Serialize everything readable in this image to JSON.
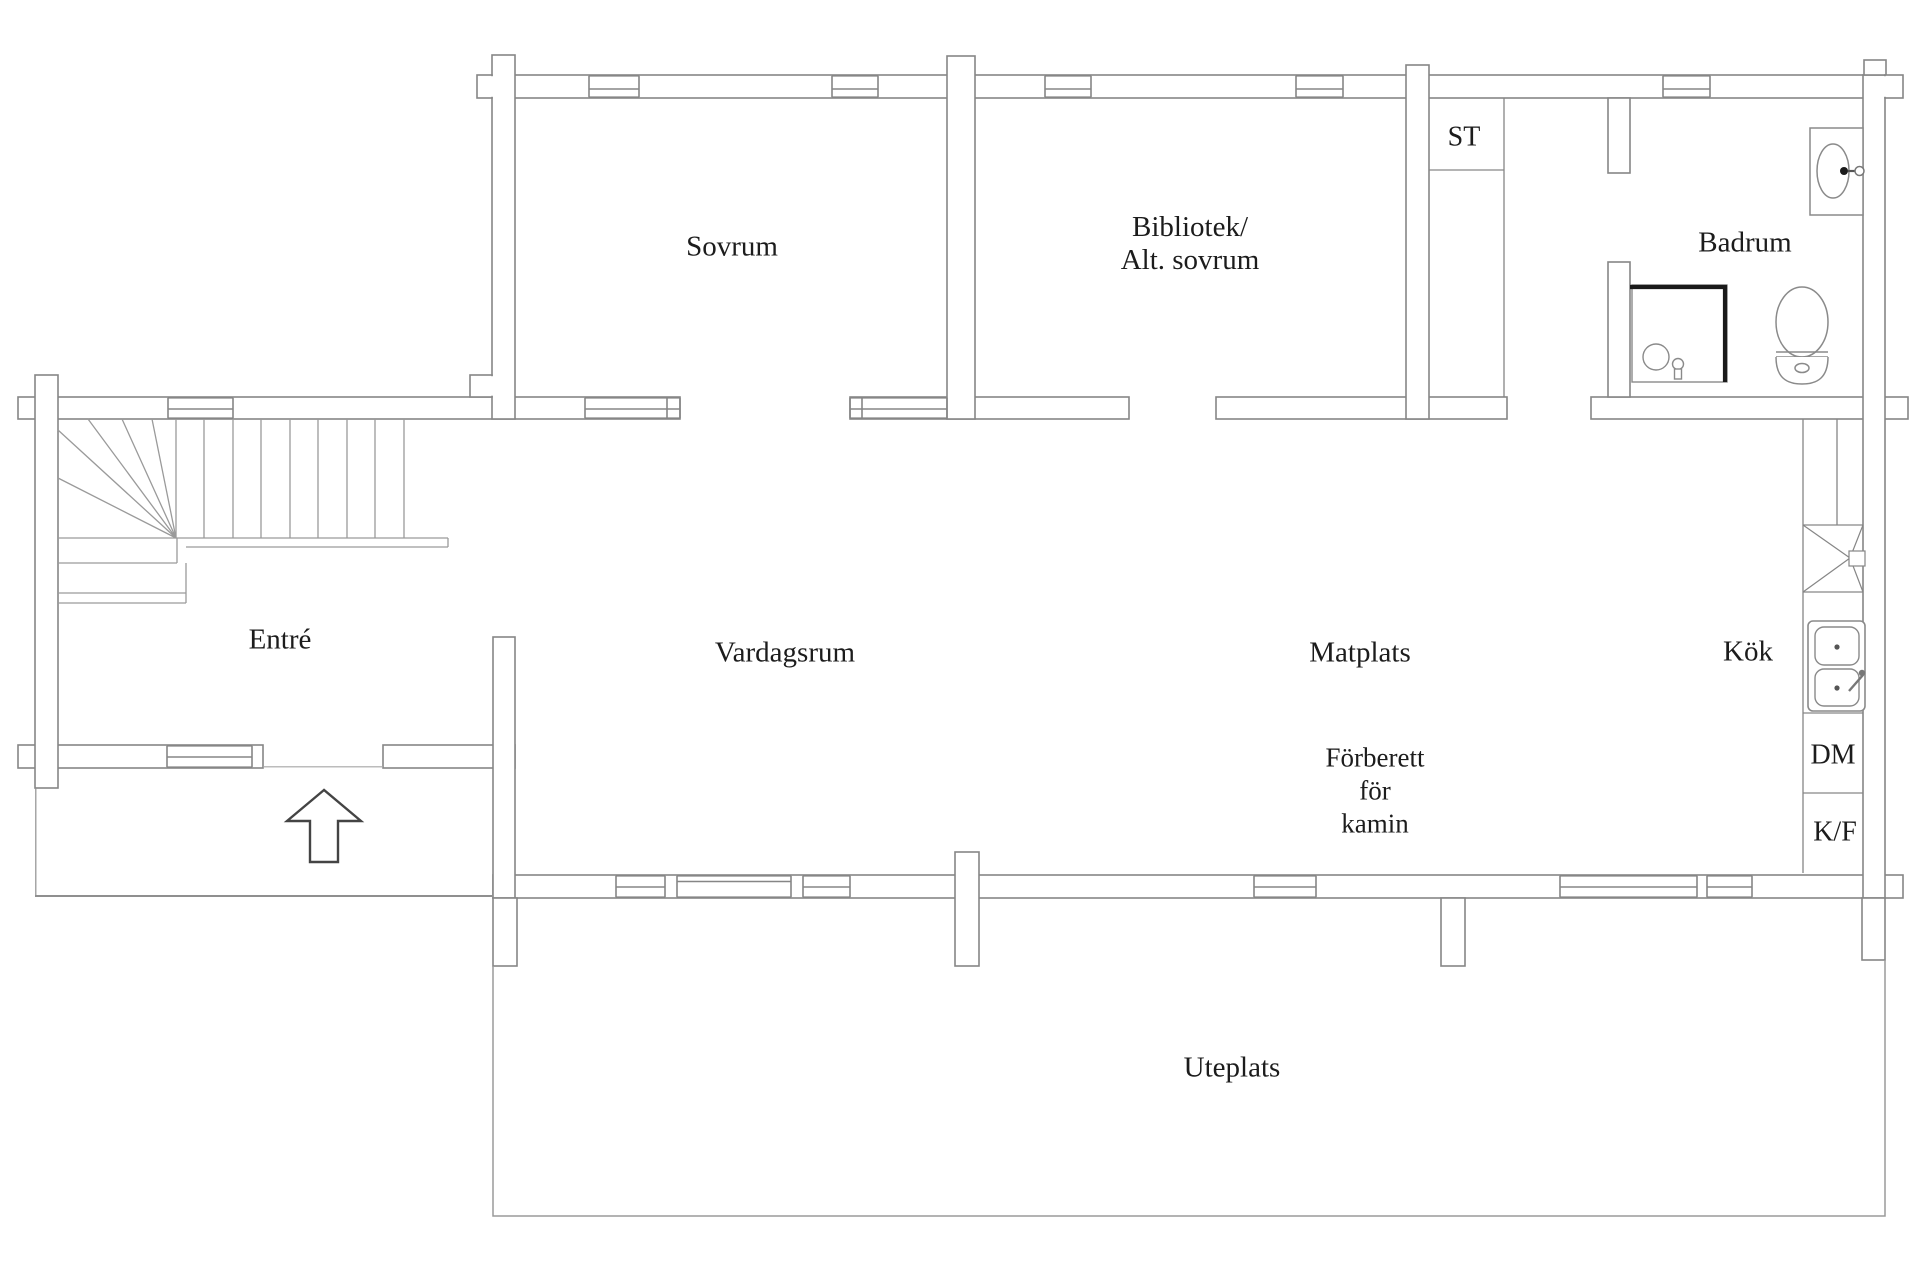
{
  "floorplan": {
    "rooms": {
      "sovrum": "Sovrum",
      "bibliotek_line1": "Bibliotek/",
      "bibliotek_line2": "Alt. sovrum",
      "st": "ST",
      "badrum": "Badrum",
      "entre": "Entré",
      "vardagsrum": "Vardagsrum",
      "matplats": "Matplats",
      "kok": "Kök",
      "dm": "DM",
      "kf": "K/F",
      "kamin_line1": "Förberett",
      "kamin_line2": "för",
      "kamin_line3": "kamin",
      "uteplats": "Uteplats"
    },
    "colors": {
      "background": "#ffffff",
      "wall_line": "#868686",
      "thin_line": "#9a9a9a",
      "text": "#1c1c1c",
      "fixture_dark": "#1a1a1a"
    },
    "icons": {
      "entrance_arrow": "up-arrow-outline",
      "shower": "shower-square",
      "toilet": "toilet-top-view",
      "bathroom_sink": "oval-sink",
      "kitchen_sink": "double-basin-sink",
      "stove": "appliance-diagonals"
    }
  }
}
